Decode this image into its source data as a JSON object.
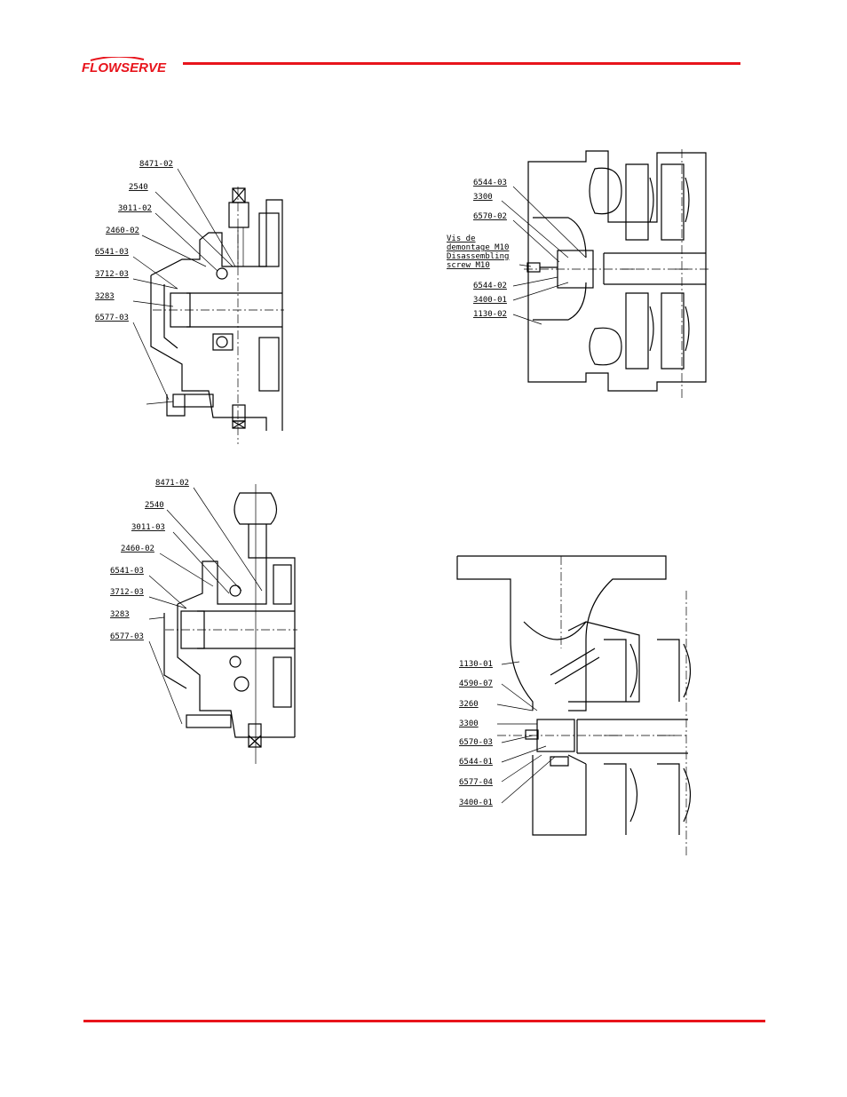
{
  "header": {
    "logo_text": "FLOWSERVE",
    "rule_color": "#e8141c",
    "brand_color": "#e8141c"
  },
  "figure_a": {
    "labels": [
      "8471-02",
      "2540",
      "3011-02",
      "2460-02",
      "6541-03",
      "3712-03",
      "3283",
      "6577-03"
    ]
  },
  "figure_b": {
    "labels": [
      "8471-02",
      "2540",
      "3011-03",
      "2460-02",
      "6541-03",
      "3712-03",
      "3283",
      "6577-03"
    ]
  },
  "figure_c": {
    "labels": [
      "6544-03",
      "3300",
      "6570-02",
      "6544-02",
      "3400-01",
      "1130-02"
    ],
    "note_lines": [
      "Vis de",
      "demontage M10",
      "Disassembling",
      "screw M10"
    ]
  },
  "figure_d": {
    "labels": [
      "1130-01",
      "4590-07",
      "3260",
      "3300",
      "6570-03",
      "6544-01",
      "6577-04",
      "3400-01"
    ]
  }
}
